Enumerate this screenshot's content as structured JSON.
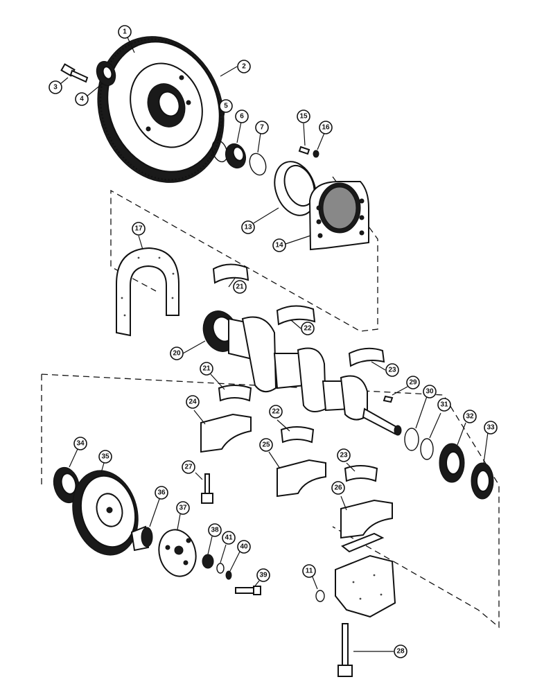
{
  "callouts": [
    "1",
    "2",
    "3",
    "4",
    "5",
    "6",
    "7",
    "11",
    "13",
    "14",
    "15",
    "16",
    "17",
    "20",
    "21",
    "22",
    "23",
    "24",
    "25",
    "26",
    "27",
    "28",
    "29",
    "30",
    "31",
    "32",
    "33",
    "34",
    "35",
    "36",
    "37",
    "38",
    "39",
    "40",
    "41"
  ]
}
